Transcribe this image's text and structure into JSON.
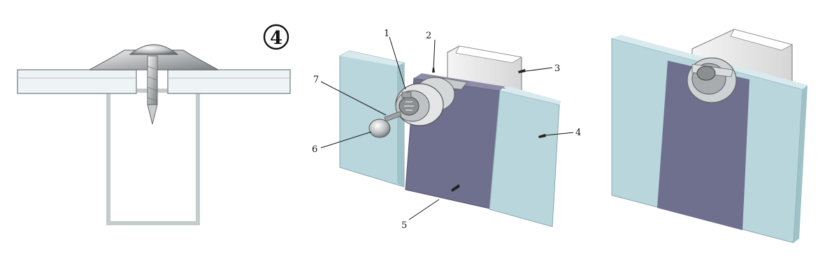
{
  "figure": {
    "step_number": "4",
    "callouts": {
      "c1": "1",
      "c2": "2",
      "c3": "3",
      "c4": "4",
      "c5": "5",
      "c6": "6",
      "c7": "7"
    }
  },
  "colors": {
    "panel_light": "#b8d6dc",
    "panel_edge": "#d8eaee",
    "panel_dark": "#6f6f8e",
    "profile": "#e6ecee",
    "metal": "#a9acae",
    "outline": "#555555"
  }
}
